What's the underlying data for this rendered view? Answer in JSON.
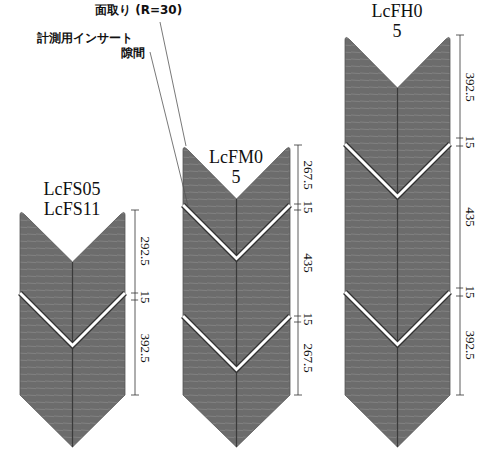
{
  "diagram": {
    "labels": [
      "面取り (R=30)",
      "計測用インサート",
      "隙間",
      "LcFS05",
      "LcFS11",
      "292.5",
      "15",
      "392.5",
      "LcFM0 5",
      "267.5",
      "15",
      "435",
      "15",
      "267.5",
      "LcFH0 5",
      "392.5",
      "15",
      "435",
      "15",
      "392.5"
    ]
  }
}
